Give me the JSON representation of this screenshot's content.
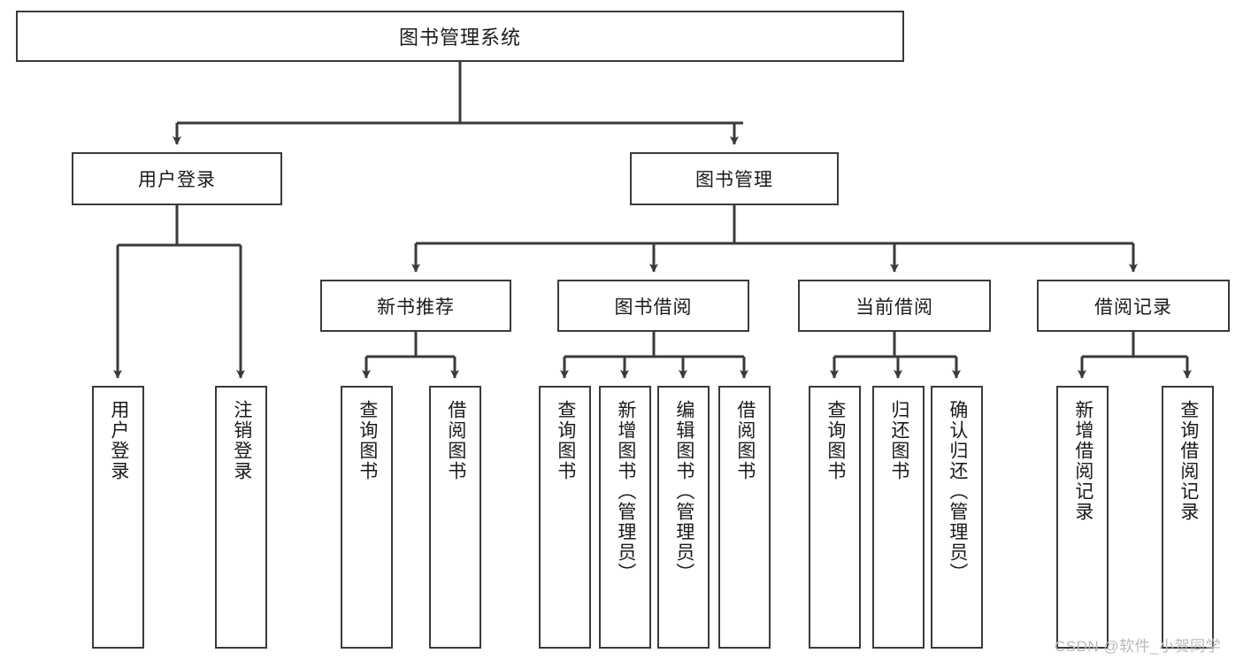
{
  "diagram": {
    "title": "图书管理系统",
    "type": "tree-hierarchy-chart",
    "watermark": "CSDN @软件_小贺同学",
    "colors": {
      "background": "#ffffff",
      "stroke": "#3a3a3a",
      "text": "#1a1a1a",
      "watermark": "#b9b9b9"
    },
    "root": {
      "label": "图书管理系统"
    },
    "level1": [
      {
        "id": "user-login",
        "label": "用户登录"
      },
      {
        "id": "book-manage",
        "label": "图书管理"
      }
    ],
    "level2": [
      {
        "id": "new-book-recommend",
        "label": "新书推荐"
      },
      {
        "id": "book-borrow",
        "label": "图书借阅"
      },
      {
        "id": "current-borrow",
        "label": "当前借阅"
      },
      {
        "id": "borrow-record",
        "label": "借阅记录"
      }
    ],
    "leaves": {
      "user-login": [
        {
          "id": "leaf-user-login",
          "label": "用户登录"
        },
        {
          "id": "leaf-logout",
          "label": "注销登录"
        }
      ],
      "new-book-recommend": [
        {
          "id": "leaf-query-book-1",
          "label": "查询图书"
        },
        {
          "id": "leaf-borrow-book-1",
          "label": "借阅图书"
        }
      ],
      "book-borrow": [
        {
          "id": "leaf-query-book-2",
          "label": "查询图书"
        },
        {
          "id": "leaf-add-book",
          "label": "新增图书（管理员）"
        },
        {
          "id": "leaf-edit-book",
          "label": "编辑图书（管理员）"
        },
        {
          "id": "leaf-borrow-book-2",
          "label": "借阅图书"
        }
      ],
      "current-borrow": [
        {
          "id": "leaf-query-book-3",
          "label": "查询图书"
        },
        {
          "id": "leaf-return-book",
          "label": "归还图书"
        },
        {
          "id": "leaf-confirm-return",
          "label": "确认归还（管理员）"
        }
      ],
      "borrow-record": [
        {
          "id": "leaf-add-record",
          "label": "新增借阅记录"
        },
        {
          "id": "leaf-query-record",
          "label": "查询借阅记录"
        }
      ]
    }
  }
}
